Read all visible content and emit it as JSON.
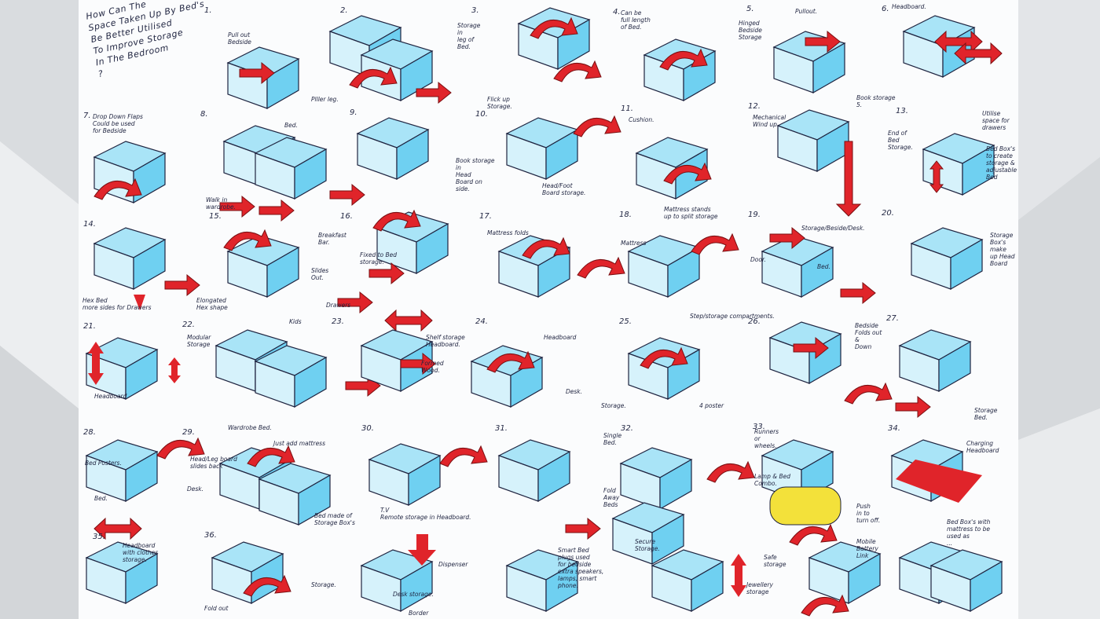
{
  "title_lines": [
    "How Can The",
    "Space Taken Up By Bed's",
    "Be Better Utilised",
    "To Improve Storage",
    "In The Bedroom",
    "?"
  ],
  "numbers": [
    "1.",
    "2.",
    "3.",
    "4.",
    "5.",
    "6.",
    "7.",
    "8.",
    "9.",
    "10.",
    "11.",
    "12.",
    "13.",
    "14.",
    "15.",
    "16.",
    "17.",
    "18.",
    "19.",
    "20.",
    "21.",
    "22.",
    "23.",
    "24.",
    "25.",
    "26.",
    "27.",
    "28.",
    "29.",
    "30.",
    "31.",
    "32.",
    "33.",
    "34.",
    "35.",
    "36."
  ],
  "notes": {
    "n1": "Pull out\nBedside",
    "n3": "Storage\nin\nleg of\nBed.",
    "n4": "Can be\nfull length\nof Bed.",
    "n5a": "Hinged\nBedside\nStorage",
    "n5b": "Pullout.",
    "n6": "Headboard.",
    "n6b": "Book storage\n5.",
    "n7": "Drop Down Flaps\nCould be used\nfor Bedside",
    "n8": "Bed.",
    "n9": "Plller leg.",
    "n10": "Flick up\nStorage.",
    "n11": "Cushion.",
    "n12": "Mechanical\nWind up",
    "n13": "Utilise\nspace for\ndrawers",
    "n14": "End of\nBed\nStorage.",
    "n15": "Bed Box's\nto create\nstorage &\nadjustable Bed",
    "n16": "Walk in\nwardrobe.",
    "n17": "Book storage\nin\nHead\nBoard on\nside.",
    "n18": "Head/Foot\nBoard storage.",
    "n19": "Mattress stands\nup to split storage",
    "n20": "Storage/Beside/Desk.",
    "n21": "Storage\nBox's make\nup Head\nBoard",
    "n22": "Breakfast\nBar.",
    "n23": "Fixed to Bed\nstorage.",
    "n24": "Slides\nOut.",
    "n25": "Drawers",
    "n26": "Mattress folds",
    "n27": "Mattress",
    "n28": "Door.",
    "n29": "Bed.",
    "n30": "Hex Bed\nmore sides for Drawers",
    "n31": "Elongated\nHex shape",
    "n32": "Kids",
    "n33": "Modular\nStorage",
    "n34": "Headboard",
    "n35": "Shelf storage\nHeadboard.",
    "n36": "Formed\nWood.",
    "n37": "Headboard",
    "n38": "Desk.",
    "n39": "Storage.",
    "n40": "Step/storage compartments.",
    "n41": "Bedside\nFolds out\n&\nDown",
    "n42": "4 poster",
    "n43": "Storage\nBed.",
    "n44": "Wardrobe Bed.",
    "n45": "Head/Leg board\nslides back",
    "n46": "Desk.",
    "n47": "Bed.",
    "n48": "Just add mattress",
    "n49": "Bed made of\nStorage Box's",
    "n50": "T.V\nRemote storage in Headboard.",
    "n51": "Single\nBed.",
    "n52": "Fold\nAway\nBeds",
    "n53": "Runners\nor\nwheels.",
    "n54": "Lamp & Bed\nCombo.",
    "n55": "Push\nin to\nturn off.",
    "n56": "Charging\nHeadboard",
    "n57": "Bed Box's with\nmattress to be\nused as\n...",
    "n58": "Headboard\nwith clothes\nstorage.",
    "n59": "Storage.",
    "n60": "Fold out",
    "n61": "Desk storage.",
    "n62": "Dispenser",
    "n63": "Border",
    "n64": "Smart Bed\nplugs used\nfor bedside\nextra speakers,\nlamps, smart\nphone.",
    "n65": "Secure\nStorage.",
    "n66": "Safe\nstorage",
    "n67": "Jewellery\nstorage",
    "n68": "Mobile\nBattery\nLink",
    "n69": "Bed Posters."
  },
  "colors": {
    "ink": "#1f2440",
    "blue": "#3cc0ee",
    "red": "#e0242a",
    "yellow": "#f3e13a",
    "paper": "#fbfcfd"
  }
}
